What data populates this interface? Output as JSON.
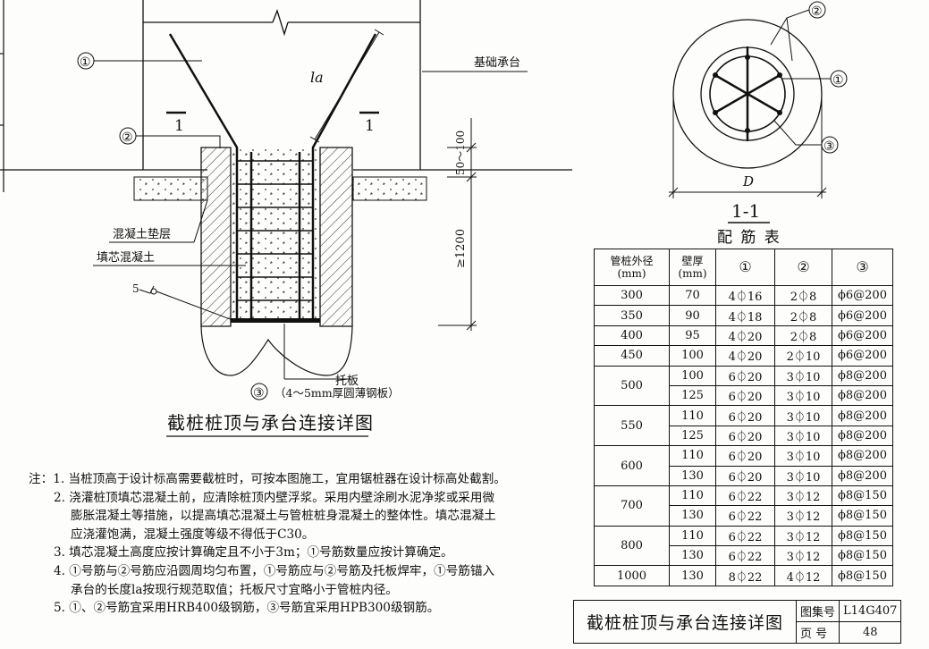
{
  "main_drawing": {
    "title": "截桩桩顶与承台连接详图",
    "labels": {
      "cap": "基础承台",
      "cushion": "混凝土垫层",
      "infill": "填芯混凝土",
      "plate": "托板",
      "plate_note": "（4～5mm厚圆薄钢板）",
      "la": "la",
      "section_mark": "1",
      "dim_top": "50～100",
      "dim_bottom": "≥1200",
      "weld_mark": "5"
    },
    "callouts": [
      "①",
      "②",
      "③"
    ]
  },
  "section_view": {
    "title": "1-1",
    "dim_label": "D",
    "callouts": [
      "②",
      "①",
      "③"
    ]
  },
  "rebar_table": {
    "title": "配 筋 表",
    "headers": [
      "管桩外径\n(mm)",
      "壁厚\n(mm)",
      "①",
      "②",
      "③"
    ],
    "rows": [
      {
        "dia": "300",
        "wall": "70",
        "r1": "4⏀16",
        "r2": "2⏀8",
        "r3": "ϕ6@200"
      },
      {
        "dia": "350",
        "wall": "90",
        "r1": "4⏀18",
        "r2": "2⏀8",
        "r3": "ϕ6@200"
      },
      {
        "dia": "400",
        "wall": "95",
        "r1": "4⏀20",
        "r2": "2⏀8",
        "r3": "ϕ6@200"
      },
      {
        "dia": "450",
        "wall": "100",
        "r1": "4⏀20",
        "r2": "2⏀10",
        "r3": "ϕ6@200"
      },
      {
        "dia": "500",
        "wall": "100",
        "r1": "6⏀20",
        "r2": "3⏀10",
        "r3": "ϕ8@200"
      },
      {
        "dia": "",
        "wall": "125",
        "r1": "6⏀20",
        "r2": "3⏀10",
        "r3": "ϕ8@200"
      },
      {
        "dia": "550",
        "wall": "110",
        "r1": "6⏀20",
        "r2": "3⏀10",
        "r3": "ϕ8@200"
      },
      {
        "dia": "",
        "wall": "125",
        "r1": "6⏀20",
        "r2": "3⏀10",
        "r3": "ϕ8@200"
      },
      {
        "dia": "600",
        "wall": "110",
        "r1": "6⏀20",
        "r2": "3⏀10",
        "r3": "ϕ8@200"
      },
      {
        "dia": "",
        "wall": "130",
        "r1": "6⏀20",
        "r2": "3⏀10",
        "r3": "ϕ8@200"
      },
      {
        "dia": "700",
        "wall": "110",
        "r1": "6⏀22",
        "r2": "3⏀12",
        "r3": "ϕ8@150"
      },
      {
        "dia": "",
        "wall": "130",
        "r1": "6⏀22",
        "r2": "3⏀12",
        "r3": "ϕ8@150"
      },
      {
        "dia": "800",
        "wall": "110",
        "r1": "6⏀22",
        "r2": "3⏀12",
        "r3": "ϕ8@150"
      },
      {
        "dia": "",
        "wall": "130",
        "r1": "6⏀22",
        "r2": "3⏀12",
        "r3": "ϕ8@150"
      },
      {
        "dia": "1000",
        "wall": "130",
        "r1": "8⏀22",
        "r2": "4⏀12",
        "r3": "ϕ8@150"
      }
    ]
  },
  "notes": {
    "prefix": "注：",
    "lines": [
      "1. 当桩顶高于设计标高需要截桩时，可按本图施工，宜用锯桩器在设计标高处截割。",
      "2. 浇灌桩顶填芯混凝土前，应清除桩顶内壁浮浆。采用内壁涂刷水泥净浆或采用微",
      "膨胀混凝土等措施，以提高填芯混凝土与管桩桩身混凝土的整体性。填芯混凝土",
      "应浇灌饱满，混凝土强度等级不得低于C30。",
      "3. 填芯混凝土高度应按计算确定且不小于3m；①号筋数量应按计算确定。",
      "4. ①号筋与②号筋应沿圆周均匀布置，①号筋应与②号筋及托板焊牢，①号筋锚入",
      "承台的长度la按现行规范取值；托板尺寸宜略小于管桩内径。",
      "5. ①、②号筋宜采用HRB400级钢筋，③号筋宜采用HPB300级钢筋。"
    ]
  },
  "title_block": {
    "title": "截桩桩顶与承台连接详图",
    "atlas_label": "图集号",
    "atlas_no": "L14G407",
    "page_label": "页 号",
    "page_no": "48"
  }
}
